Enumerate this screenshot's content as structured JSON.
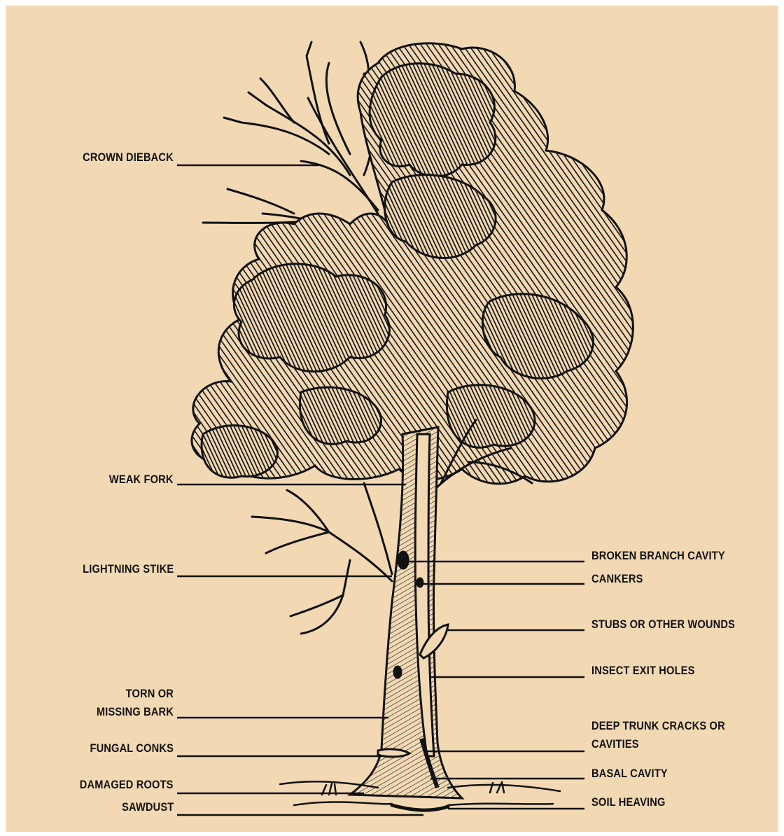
{
  "colors": {
    "background": "#f2d9b4",
    "ink": "#111111"
  },
  "labels": {
    "crown_dieback": "CROWN DIEBACK",
    "weak_fork": "WEAK FORK",
    "lightning_strike": "LIGHTNING STIKE",
    "torn_bark_line1": "TORN OR",
    "torn_bark_line2": "MISSING BARK",
    "fungal_conks": "FUNGAL CONKS",
    "damaged_roots": "DAMAGED ROOTS",
    "sawdust": "SAWDUST",
    "broken_branch_cavity": "BROKEN BRANCH CAVITY",
    "cankers": "CANKERS",
    "stubs_wounds": "STUBS OR OTHER WOUNDS",
    "insect_exit_holes": "INSECT EXIT HOLES",
    "deep_cracks_line1": "DEEP TRUNK CRACKS OR",
    "deep_cracks_line2": "CAVITIES",
    "basal_cavity": "BASAL CAVITY",
    "soil_heaving": "SOIL HEAVING"
  }
}
